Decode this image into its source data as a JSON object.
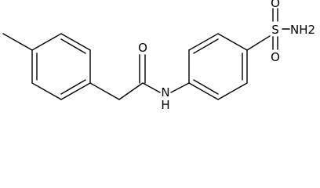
{
  "diagram": {
    "type": "chemical-structure",
    "atom_labels": {
      "oxygen_carbonyl": "O",
      "amide_nitrogen": "N",
      "amide_hydrogen": "H",
      "sulfur": "S",
      "sulfonyl_oxygen_top": "O",
      "sulfonyl_oxygen_bottom": "O",
      "sulfonamide": "NH2"
    }
  }
}
